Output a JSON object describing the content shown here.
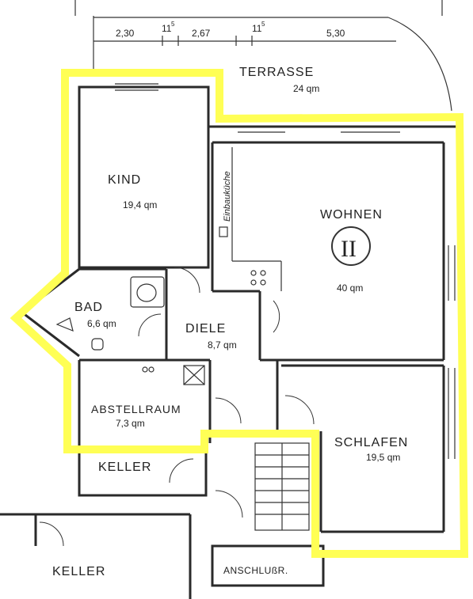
{
  "dimensions": {
    "d1": "2,30",
    "d2": "11",
    "d2_sup": "5",
    "d3": "2,67",
    "d4": "11",
    "d4_sup": "5",
    "d5": "5,30"
  },
  "rooms": {
    "terrasse": {
      "name": "TERRASSE",
      "area": "24 qm"
    },
    "kind": {
      "name": "KIND",
      "area": "19,4 qm"
    },
    "wohnen": {
      "name": "WOHNEN",
      "area": "40 qm",
      "numeral": "II"
    },
    "einbaukueche": {
      "name": "Einbauküche"
    },
    "bad": {
      "name": "BAD",
      "area": "6,6 qm"
    },
    "diele": {
      "name": "DIELE",
      "area": "8,7 qm"
    },
    "abstellraum": {
      "name": "ABSTELLRAUM",
      "area": "7,3 qm"
    },
    "schlafen": {
      "name": "SCHLAFEN",
      "area": "19,5 qm"
    },
    "keller_small": {
      "name": "KELLER"
    },
    "keller_large": {
      "name": "KELLER"
    },
    "anschluss": {
      "name": "ANSCHLUßR."
    }
  },
  "colors": {
    "highlight": "#ffff55",
    "walls": "#2a2a2a",
    "background": "#ffffff"
  }
}
